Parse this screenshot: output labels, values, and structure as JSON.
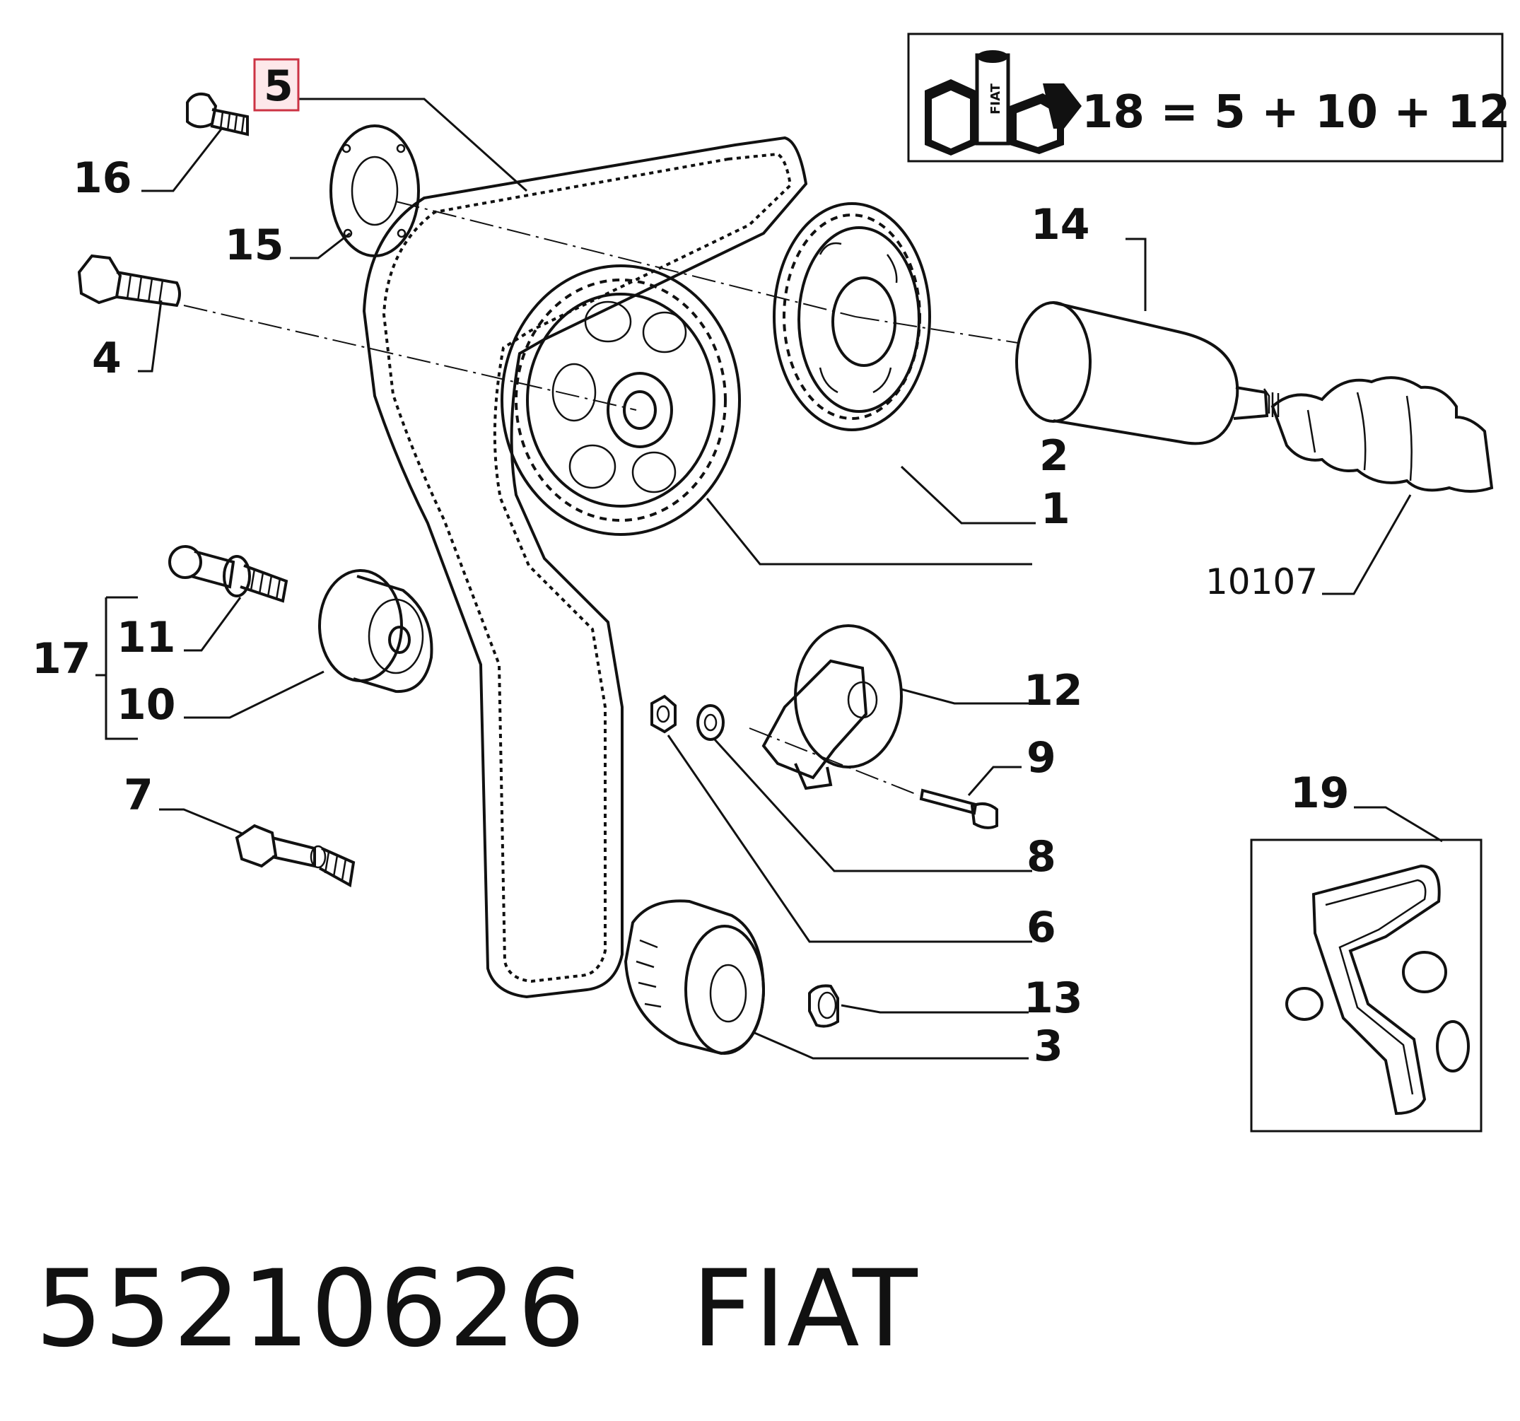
{
  "diagram": {
    "highlight_color": "#cc3344",
    "highlighted_callout": "5",
    "callouts": {
      "c1": "1",
      "c2": "2",
      "c3": "3",
      "c4": "4",
      "c5": "5",
      "c6": "6",
      "c7": "7",
      "c8": "8",
      "c9": "9",
      "c10": "10",
      "c11": "11",
      "c12": "12",
      "c13": "13",
      "c14": "14",
      "c15": "15",
      "c16": "16",
      "c17": "17",
      "c19": "19"
    },
    "reference_label": "10107",
    "kit_box": {
      "icon": "fiat-kit-boxes-icon",
      "formula": "18 = 5 + 10 + 12"
    }
  },
  "footer": {
    "part_number": "55210626",
    "brand": "FIAT"
  }
}
